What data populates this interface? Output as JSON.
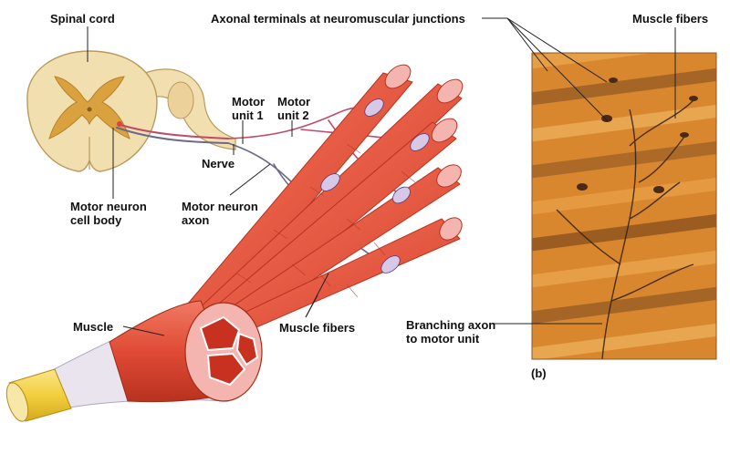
{
  "labels": {
    "spinal_cord": "Spinal cord",
    "motor_unit_1": [
      "Motor",
      "unit 1"
    ],
    "motor_unit_2": [
      "Motor",
      "unit 2"
    ],
    "nerve": "Nerve",
    "motor_neuron_cell_body": [
      "Motor neuron",
      "cell body"
    ],
    "motor_neuron_axon": [
      "Motor neuron",
      "axon"
    ],
    "axonal_terminals": "Axonal terminals at neuromuscular junctions",
    "muscle_fibers_photo": "Muscle fibers",
    "muscle": "Muscle",
    "muscle_fibers_diagram": "Muscle fibers",
    "branching_axon": [
      "Branching axon",
      "to motor unit"
    ],
    "panel_b": "(b)"
  },
  "colors": {
    "spinal_white_matter": "#f1dfb0",
    "spinal_gray_matter": "#d9a23f",
    "muscle_fiber": "#e8553f",
    "muscle_fiber_dark": "#c93a2a",
    "fiber_cut_face": "#f4b5b0",
    "nerve_fiber_unit1": "#6a6a8a",
    "nerve_fiber_unit2": "#c04a6a",
    "tendon": "#f2cf3e",
    "micrograph_orange": "#d9872e",
    "micrograph_dark": "#5a3a1e"
  }
}
